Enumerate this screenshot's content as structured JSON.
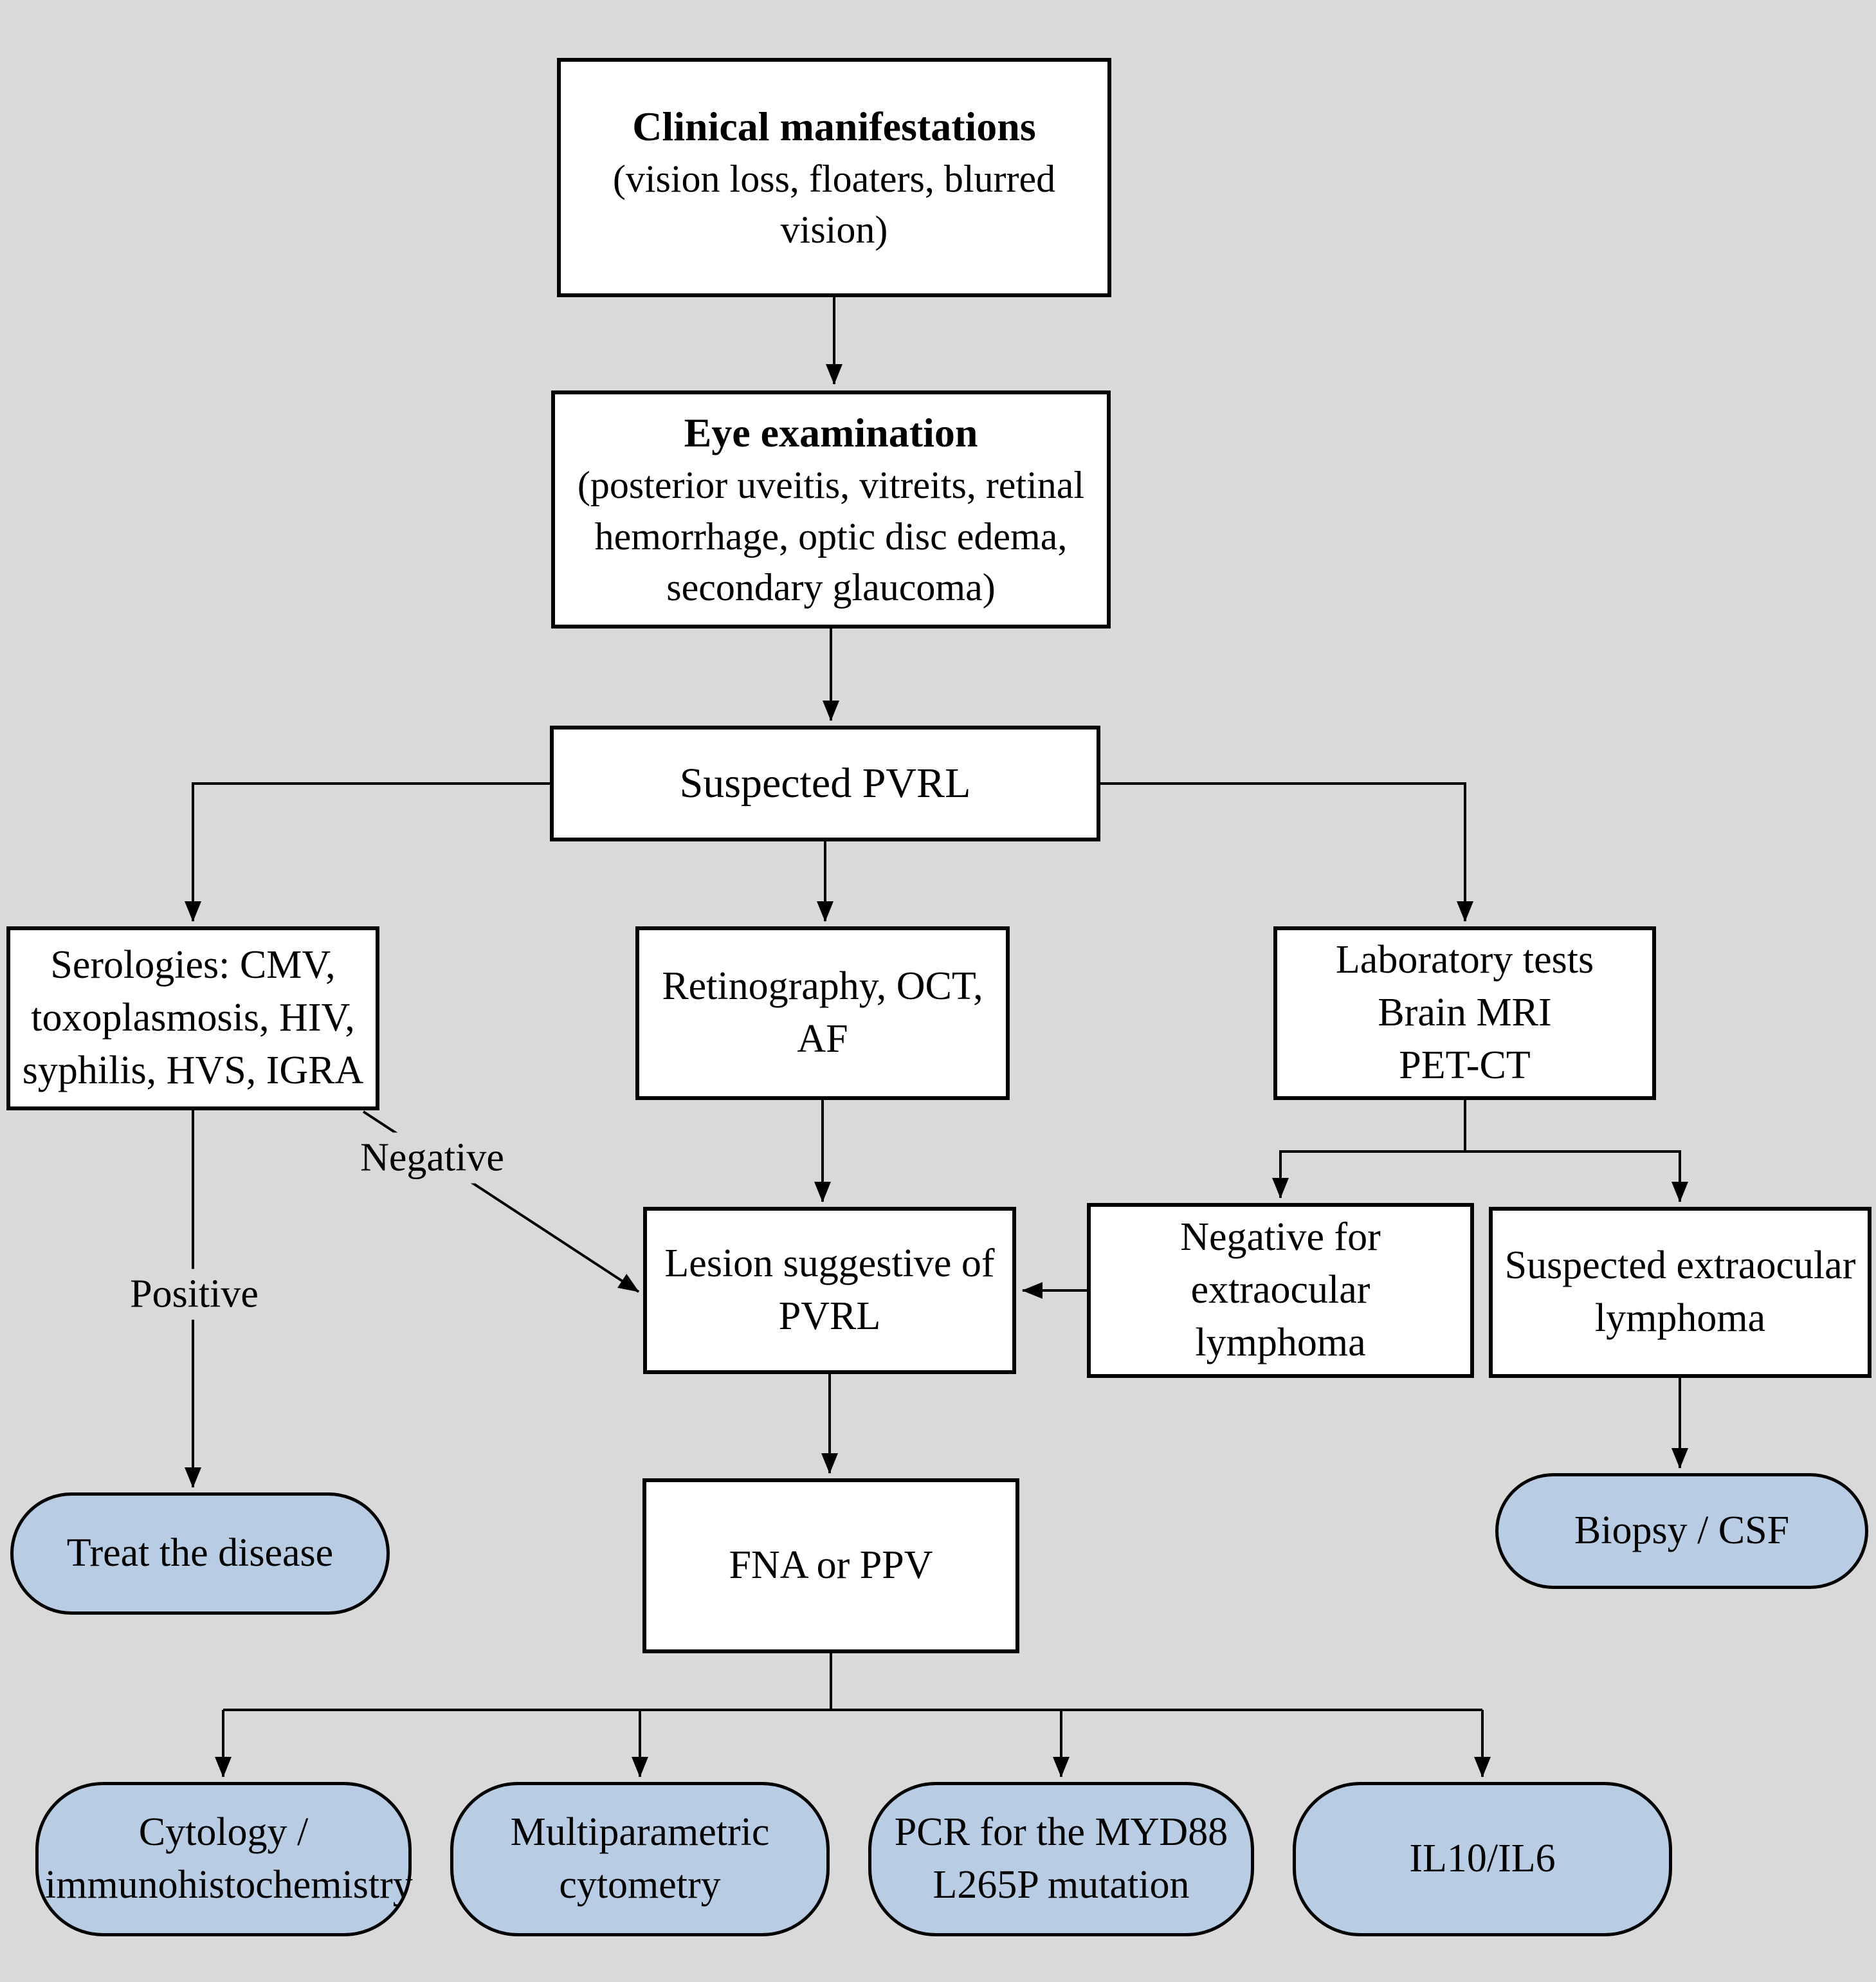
{
  "figure": {
    "type": "flowchart",
    "topic": "Diagnostic workflow for suspected PVRL"
  },
  "colors": {
    "background": "#d9d9d9",
    "node_fill": "#ffffff",
    "terminal_fill": "#b8cce4",
    "line": "#000000"
  },
  "nodes": {
    "clinical": {
      "title": "Clinical manifestations",
      "detail": "(vision loss, floaters, blurred vision)"
    },
    "eye_exam": {
      "title": "Eye examination",
      "detail": "(posterior uveitis, vitreits, retinal hemorrhage, optic disc edema, secondary glaucoma)"
    },
    "suspected_pvrl": {
      "label": "Suspected PVRL"
    },
    "serologies": {
      "label": "Serologies: CMV, toxoplasmosis, HIV, syphilis, HVS, IGRA"
    },
    "retinography": {
      "label": "Retinography, OCT, AF"
    },
    "lab_tests": {
      "line1": "Laboratory tests",
      "line2": "Brain MRI",
      "line3": "PET-CT"
    },
    "lesion": {
      "label": "Lesion suggestive of PVRL"
    },
    "negative_extraocular": {
      "label": "Negative for extraocular lymphoma"
    },
    "suspected_extraocular": {
      "label": "Suspected extraocular lymphoma"
    },
    "treat_disease": {
      "label": "Treat the disease"
    },
    "fna_ppv": {
      "label": "FNA or PPV"
    },
    "biopsy_csf": {
      "label": "Biopsy / CSF"
    },
    "cytology": {
      "label": "Cytology / immunohistochemistry"
    },
    "cytometry": {
      "label": "Multiparametric cytometry"
    },
    "pcr_myd88": {
      "label": "PCR for the MYD88 L265P mutation"
    },
    "il10_il6": {
      "label": "IL10/IL6"
    }
  },
  "edge_labels": {
    "positive": "Positive",
    "negative": "Negative"
  }
}
